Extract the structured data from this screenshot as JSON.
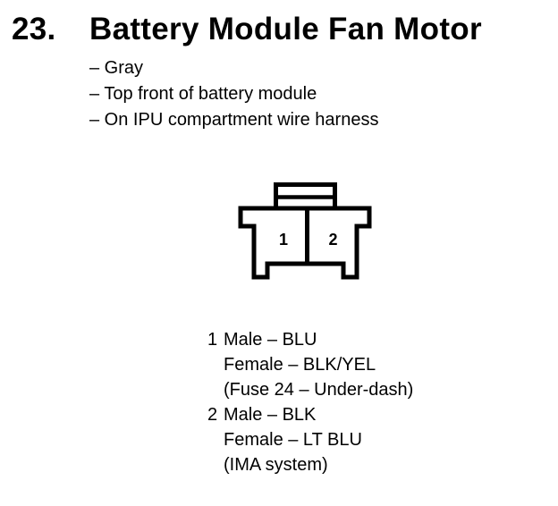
{
  "page": {
    "item_number": "23.",
    "title": "Battery Module Fan Motor",
    "bullets": [
      "– Gray",
      "– Top front of battery module",
      "– On IPU compartment wire harness"
    ]
  },
  "connector": {
    "cavities": [
      "1",
      "2"
    ]
  },
  "pin_list": [
    {
      "pin": "1",
      "lines": [
        "Male – BLU",
        "Female – BLK/YEL",
        "(Fuse 24 – Under-dash)"
      ]
    },
    {
      "pin": "2",
      "lines": [
        "Male – BLK",
        "Female – LT BLU",
        "(IMA system)"
      ]
    }
  ],
  "colors": {
    "ink": "#000000",
    "paper": "#ffffff"
  }
}
